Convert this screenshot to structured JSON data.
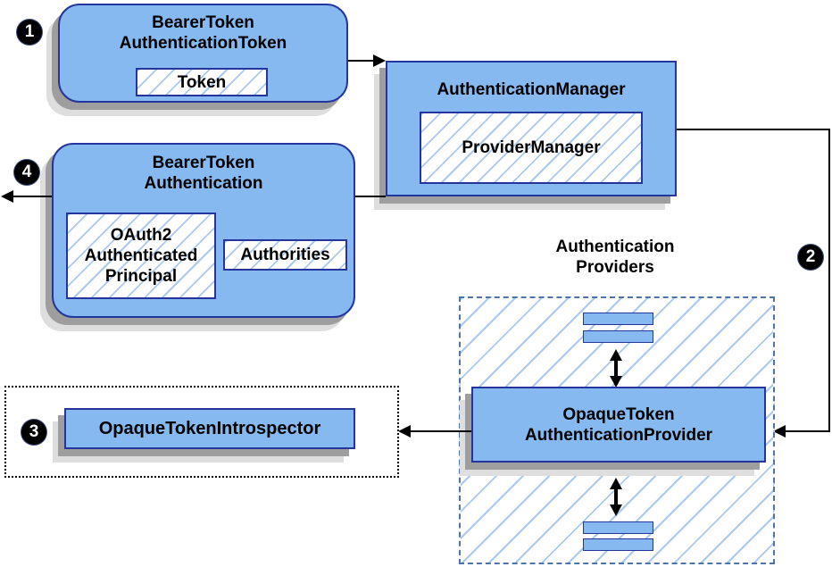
{
  "colors": {
    "box_fill": "#85b9f0",
    "box_border": "#24359c",
    "hatch_line": "#a9c9f0",
    "dashed_border": "#4d74a8",
    "shadow_dark": "#9e9e9e",
    "shadow_light": "#dedede",
    "arrow": "#000000"
  },
  "badges": {
    "step1": "1",
    "step2": "2",
    "step3": "3",
    "step4": "4"
  },
  "nodes": {
    "bearer_token_authentication_token": {
      "lines": [
        "BearerToken",
        "AuthenticationToken"
      ],
      "token": "Token"
    },
    "authentication_manager": {
      "title": "AuthenticationManager",
      "provider_manager": "ProviderManager"
    },
    "bearer_token_authentication": {
      "lines": [
        "BearerToken",
        "Authentication"
      ],
      "principal_lines": [
        "OAuth2",
        "Authenticated",
        "Principal"
      ],
      "authorities": "Authorities"
    },
    "authentication_providers": {
      "lines": [
        "Authentication",
        "Providers"
      ],
      "provider_lines": [
        "OpaqueToken",
        "AuthenticationProvider"
      ]
    },
    "opaque_token_introspector": {
      "label": "OpaqueTokenIntrospector"
    }
  }
}
